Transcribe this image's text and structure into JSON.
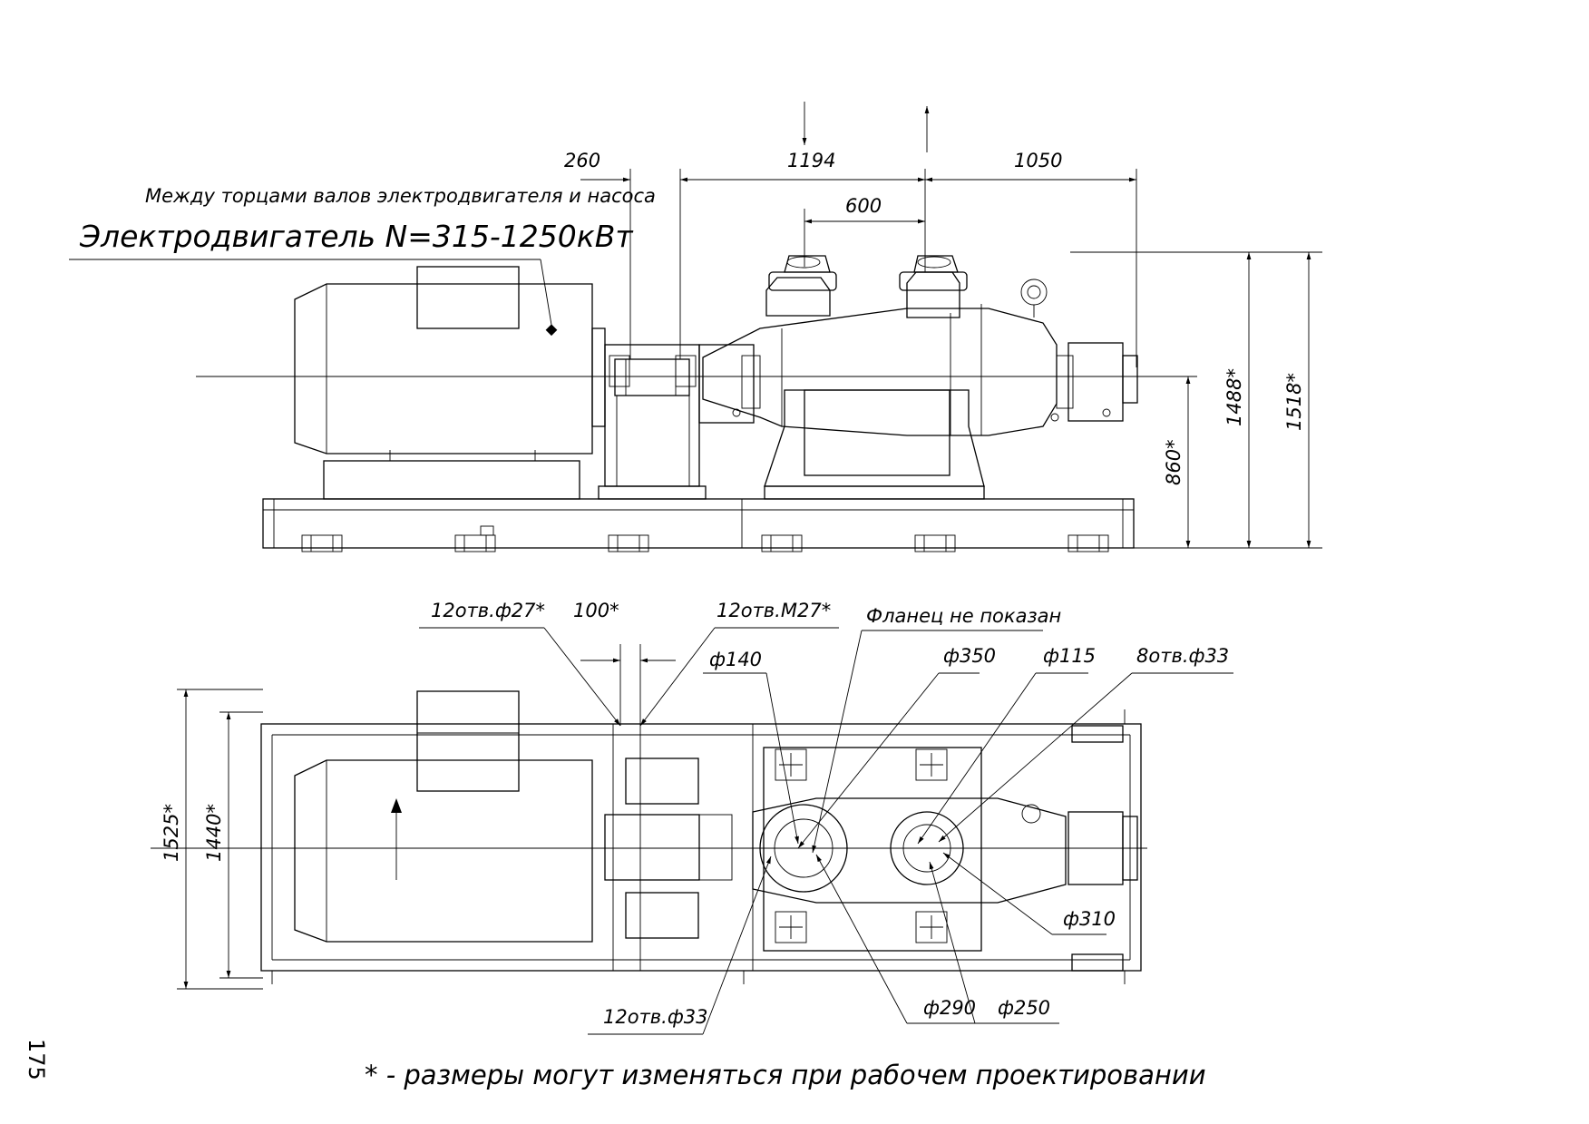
{
  "page_number": "175",
  "side_view": {
    "note_shaft_gap": "Между торцами валов электродвигателя и насоса",
    "motor_label": "Электродвигатель N=315-1250кВт",
    "dims": {
      "d260": "260",
      "d1194": "1194",
      "d1050": "1050",
      "d600": "600",
      "d860": "860*",
      "d1488": "1488*",
      "d1518": "1518*"
    }
  },
  "plan_view": {
    "callouts": {
      "holes_27": "12отв.ф27*",
      "dim_100": "100*",
      "holes_m27": "12отв.М27*",
      "flange_note": "Фланец не показан",
      "d140": "ф140",
      "d350": "ф350",
      "d115": "ф115",
      "holes_8x33": "8отв.ф33",
      "d310": "ф310",
      "holes_12x33": "12отв.ф33",
      "d290": "ф290",
      "d250": "ф250"
    },
    "dims": {
      "d1525": "1525*",
      "d1440": "1440*"
    }
  },
  "footnote": "* - размеры могут изменяться при рабочем проектировании"
}
